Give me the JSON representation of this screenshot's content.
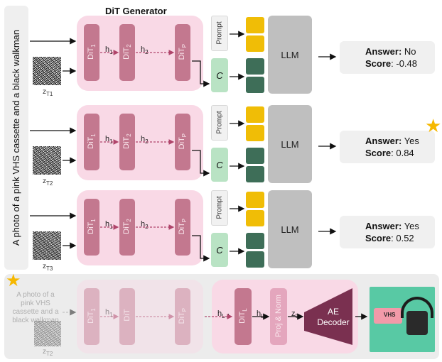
{
  "prompt_text": "A photo of a pink VHS cassette and a black walkman",
  "generator_title": "DiT Generator",
  "dit_labels": [
    "DiT",
    "DiT",
    "DiT"
  ],
  "dit_subs": [
    "1",
    "2",
    "P"
  ],
  "h_labels": [
    "h",
    "h"
  ],
  "h_subs": [
    "1",
    "2"
  ],
  "z_labels": [
    {
      "z": "z",
      "sub": "T1"
    },
    {
      "z": "z",
      "sub": "T2"
    },
    {
      "z": "z",
      "sub": "T3"
    }
  ],
  "prompt_label": "Prompt",
  "c_label": "C",
  "llm_label": "LLM",
  "answers": [
    {
      "answer_key": "Answer:",
      "answer": "No",
      "score_key": "Score",
      "score": ": -0.48"
    },
    {
      "answer_key": "Answer:",
      "answer": "Yes",
      "score_key": "Score",
      "score": ": 0.84"
    },
    {
      "answer_key": "Answer:",
      "answer": "Yes",
      "score_key": "Score",
      "score": ": 0.52"
    }
  ],
  "bottom": {
    "prompt_text": "A photo of a pink VHS cassette and a black walkman",
    "z": "z",
    "z_sub": "T2",
    "dit_labels": [
      "DiT",
      "DiT",
      "DiT"
    ],
    "dit_subs": [
      "1",
      "",
      "P"
    ],
    "h1": "h",
    "h1_sub": "1",
    "hl1": "h",
    "hl1_sub": "L-1",
    "dit_l": "DiT",
    "dit_l_sub": "L",
    "hl": "h",
    "hl_sub": "L",
    "proj_norm": "Proj & Norm",
    "z0": "z",
    "z0_sub": "0",
    "decoder": [
      "AE",
      "Decoder"
    ],
    "vhs_label": "VHS"
  },
  "colors": {
    "pink_bg": "#f9d9e6",
    "dit": "#c3788f",
    "yellow": "#f0bd06",
    "green": "#3e6e58",
    "mint": "#b9e3c4",
    "llm": "#bfbfbf",
    "decoder": "#7a3050",
    "star": "#f6b800"
  }
}
